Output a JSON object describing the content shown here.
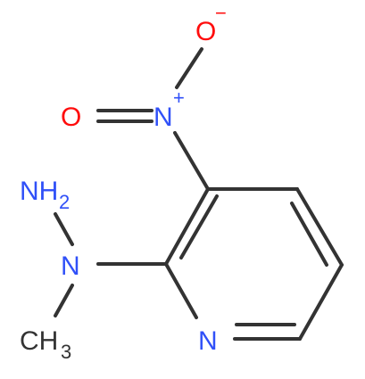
{
  "molecule": {
    "atoms": {
      "o_minus": {
        "symbol": "O",
        "charge": "−"
      },
      "o_double": {
        "symbol": "O"
      },
      "n_nitro": {
        "symbol": "N",
        "charge": "+"
      },
      "nh2": {
        "symbol": "NH",
        "count": "2"
      },
      "n_hydrazine": {
        "symbol": "N"
      },
      "ch3": {
        "symbol": "CH",
        "count": "3"
      },
      "n_ring": {
        "symbol": "N"
      }
    },
    "colors": {
      "nitrogen": "#3050F8",
      "oxygen": "#FF0D0D",
      "bond": "#333333",
      "carbon_label": "#404040"
    }
  }
}
